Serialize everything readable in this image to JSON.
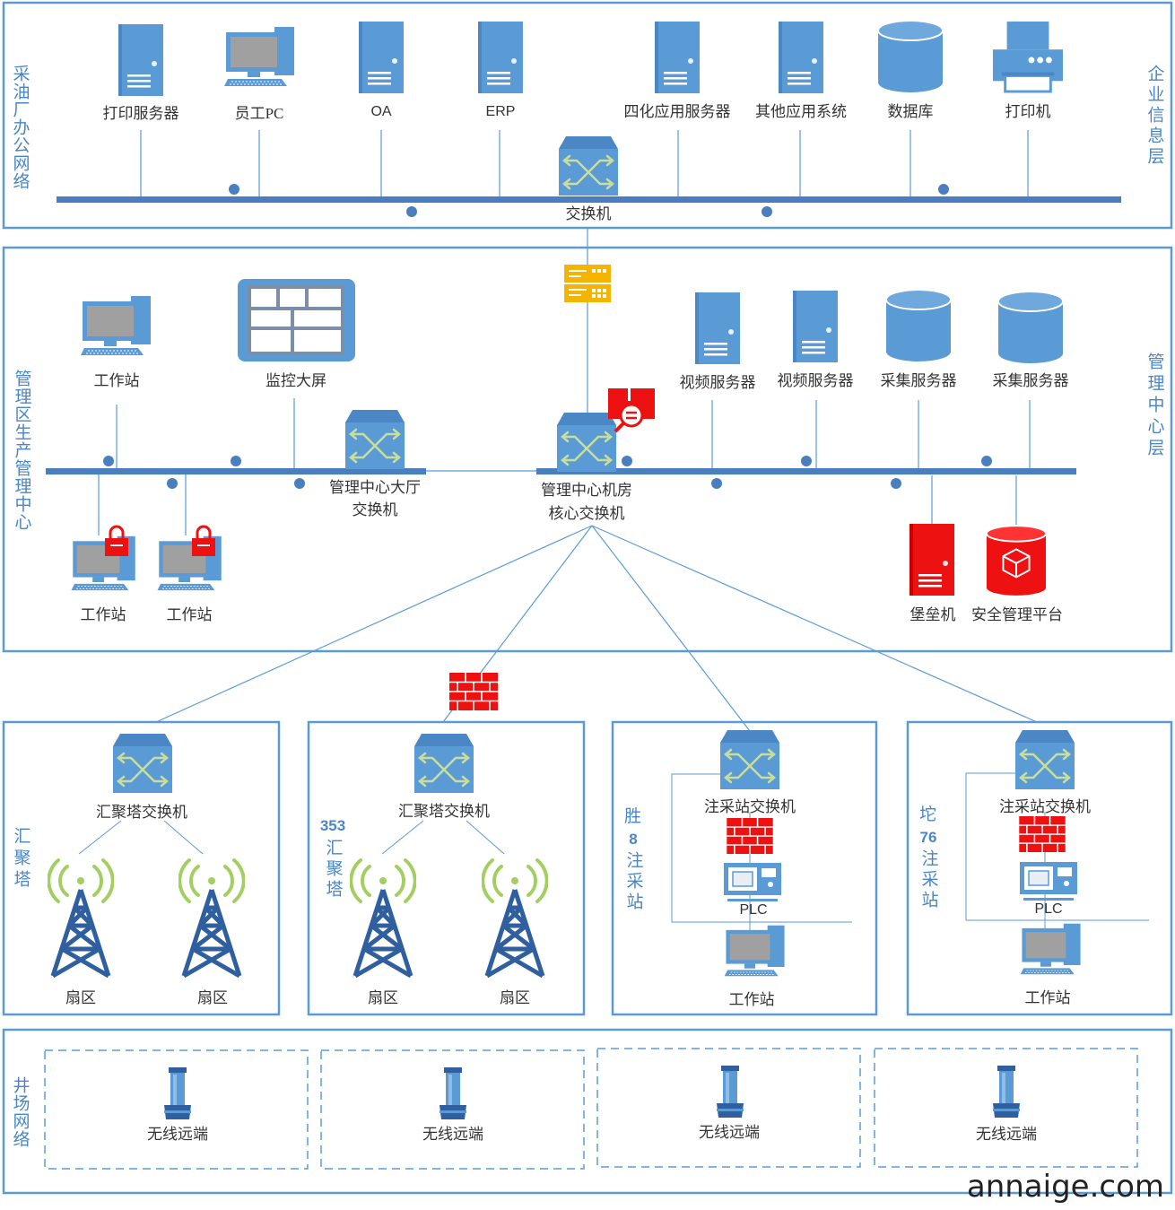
{
  "colors": {
    "accent": "#5b9bd5",
    "bus": "#4a7fbf",
    "frame": "#5b9bd5",
    "security": "#e8000b",
    "gateway": "#f5b400",
    "signal": "#a3cf62"
  },
  "layers": {
    "enterprise": {
      "left_label": "采油厂办公网络",
      "right_label": "企业信息层"
    },
    "management": {
      "left_label": "管理区生产管理中心",
      "right_label": "管理中心层"
    },
    "field": {
      "left_label": "井场网络"
    }
  },
  "enterprise_devices": [
    {
      "label": "打印服务器",
      "icon": "server-icon"
    },
    {
      "label": "员工PC",
      "icon": "computer-icon"
    },
    {
      "label": "OA",
      "icon": "server-icon"
    },
    {
      "label": "ERP",
      "icon": "server-icon"
    },
    {
      "label": "四化应用服务器",
      "icon": "server-icon"
    },
    {
      "label": "其他应用系统",
      "icon": "server-icon"
    },
    {
      "label": "数据库",
      "icon": "database-icon"
    },
    {
      "label": "打印机",
      "icon": "printer-icon"
    }
  ],
  "enterprise_switch": "交换机",
  "management_devices": {
    "workstation": "工作站",
    "monitor_wall": "监控大屏",
    "video_server_1": "视频服务器",
    "video_server_2": "视频服务器",
    "collect_server_1": "采集服务器",
    "collect_server_2": "采集服务器",
    "hall_switch_line1": "管理中心大厅",
    "hall_switch_line2": "交换机",
    "core_switch_line1": "管理中心机房",
    "core_switch_line2": "核心交换机",
    "secure_ws_1": "工作站",
    "secure_ws_2": "工作站",
    "bastion": "堡垒机",
    "security_platform": "安全管理平台"
  },
  "sites": [
    {
      "side_label": "汇聚塔",
      "switch": "汇聚塔交换机",
      "sectors": [
        "扇区",
        "扇区"
      ]
    },
    {
      "side_label_num": "353",
      "side_label": "汇聚塔",
      "switch": "汇聚塔交换机",
      "sectors": [
        "扇区",
        "扇区"
      ]
    },
    {
      "side_label_top": "胜",
      "side_label_num": "8",
      "side_label": "注采站",
      "switch": "注采站交换机",
      "plc": "PLC",
      "workstation": "工作站"
    },
    {
      "side_label_top": "坨",
      "side_label_num": "76",
      "side_label": "注采站",
      "switch": "注采站交换机",
      "plc": "PLC",
      "workstation": "工作站"
    }
  ],
  "field_terminals": [
    "无线远端",
    "无线远端",
    "无线远端",
    "无线远端"
  ],
  "watermark": "annaige.com"
}
